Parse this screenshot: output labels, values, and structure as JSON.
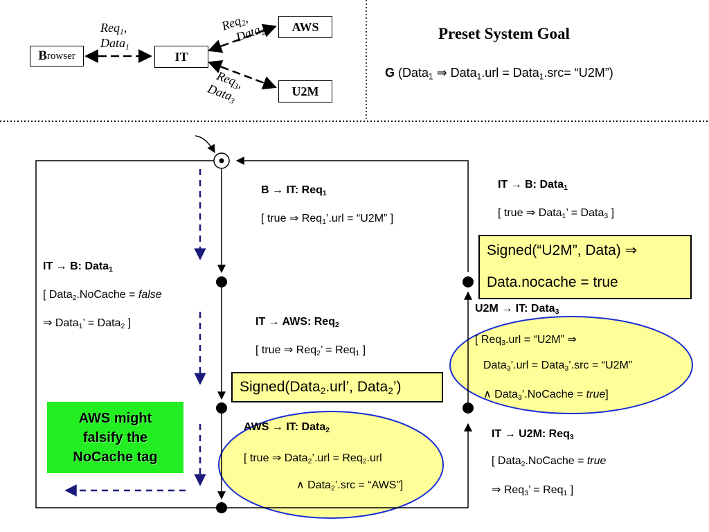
{
  "top": {
    "browser_B": "B",
    "browser_rest": "rowser",
    "it": "IT",
    "aws": "AWS",
    "u2m": "U2M",
    "req1": "Req",
    "req1_sub": "1",
    "req1_comma": ",",
    "data1": "Data",
    "data1_sub": "1",
    "req2": "Req",
    "req2_sub": "2",
    "req2_comma": ",",
    "data2": "Data",
    "data2_sub": "2",
    "req3": "Req",
    "req3_sub": "3",
    "req3_comma": ",",
    "data3": "Data",
    "data3_sub": "3"
  },
  "goal": {
    "title": "Preset System Goal",
    "g": "G",
    "f1": " (Data",
    "s1": "1",
    "f2": " ⇒ Data",
    "s2": "1",
    "f3": ".url = Data",
    "s3": "1",
    "f4": ".src= “U2M”)"
  },
  "labels": {
    "b_it_title_a": "B → IT: Req",
    "b_it_title_sub": "1",
    "b_it_rule_a": "[ true ⇒ Req",
    "b_it_rule_sub": "1",
    "b_it_rule_b": "’.url = “U2M” ]",
    "it_b_right_title_a": "IT → B: Data",
    "it_b_right_title_sub": "1",
    "it_b_right_rule_a": "[ true ⇒ Data",
    "it_b_right_rule_s1": "1",
    "it_b_right_rule_b": "’ = Data",
    "it_b_right_rule_s2": "3",
    "it_b_right_rule_c": " ]",
    "signed_u2m_line1": "Signed(“U2M”, Data) ⇒",
    "signed_u2m_line2": "Data.nocache = true",
    "it_b_left_title_a": "IT → B: Data",
    "it_b_left_title_sub": "1",
    "it_b_left_rule1_a": "[ Data",
    "it_b_left_rule1_sub": "2",
    "it_b_left_rule1_b": ".NoCache = ",
    "it_b_left_rule1_c": "false",
    "it_b_left_rule2_a": " ⇒ Data",
    "it_b_left_rule2_s1": "1",
    "it_b_left_rule2_b": "’ = Data",
    "it_b_left_rule2_s2": "2",
    "it_b_left_rule2_c": " ]",
    "it_aws_title_a": "IT → AWS: Req",
    "it_aws_title_sub": "2",
    "it_aws_rule_a": "[ true ⇒ Req",
    "it_aws_rule_s1": "2",
    "it_aws_rule_b": "’ = Req",
    "it_aws_rule_s2": "1",
    "it_aws_rule_c": " ]",
    "u2m_it_title_a": "U2M → IT: Data",
    "u2m_it_title_sub": "3",
    "u2m_it_rule1_a": "[ Req",
    "u2m_it_rule1_sub": "3",
    "u2m_it_rule1_b": ".url = “U2M” ⇒",
    "u2m_it_rule2_a": "Data",
    "u2m_it_rule2_s1": "3",
    "u2m_it_rule2_b": "’.url = Data",
    "u2m_it_rule2_s2": "3",
    "u2m_it_rule2_c": "’.src = “U2M”",
    "u2m_it_rule3_a": "∧ Data",
    "u2m_it_rule3_sub": "3",
    "u2m_it_rule3_b": "’.NoCache = ",
    "u2m_it_rule3_c": "true",
    "u2m_it_rule3_d": "]",
    "signed_data2_a": "Signed(Data",
    "signed_data2_s1": "2",
    "signed_data2_b": ".url’, Data",
    "signed_data2_s2": "2",
    "signed_data2_c": "’)",
    "aws_might_line1": "AWS might",
    "aws_might_line2": "falsify the",
    "aws_might_line3": "NoCache tag",
    "aws_it_title_a": "AWS → IT: Data",
    "aws_it_title_sub": "2",
    "aws_it_rule1_a": "[ true ⇒ Data",
    "aws_it_rule1_s1": "2",
    "aws_it_rule1_b": "’.url = Req",
    "aws_it_rule1_s2": "2",
    "aws_it_rule1_c": ".url",
    "aws_it_rule2_a": "∧ Data",
    "aws_it_rule2_sub": "2",
    "aws_it_rule2_b": "’.src = “AWS”]",
    "it_u2m_title_a": "IT → U2M: Req",
    "it_u2m_title_sub": "3",
    "it_u2m_rule1_a": "[ Data",
    "it_u2m_rule1_sub": "2",
    "it_u2m_rule1_b": ".NoCache = ",
    "it_u2m_rule1_c": "true",
    "it_u2m_rule2_a": " ⇒ Req",
    "it_u2m_rule2_s1": "3",
    "it_u2m_rule2_b": "’ = Req",
    "it_u2m_rule2_s2": "1",
    "it_u2m_rule2_c": " ]"
  },
  "colors": {
    "dashed_arrow": "#1a1a7a",
    "ellipse_stroke": "#1a2ed6",
    "highlight_yellow": "#ffff99",
    "alert_green": "#22ee22"
  }
}
